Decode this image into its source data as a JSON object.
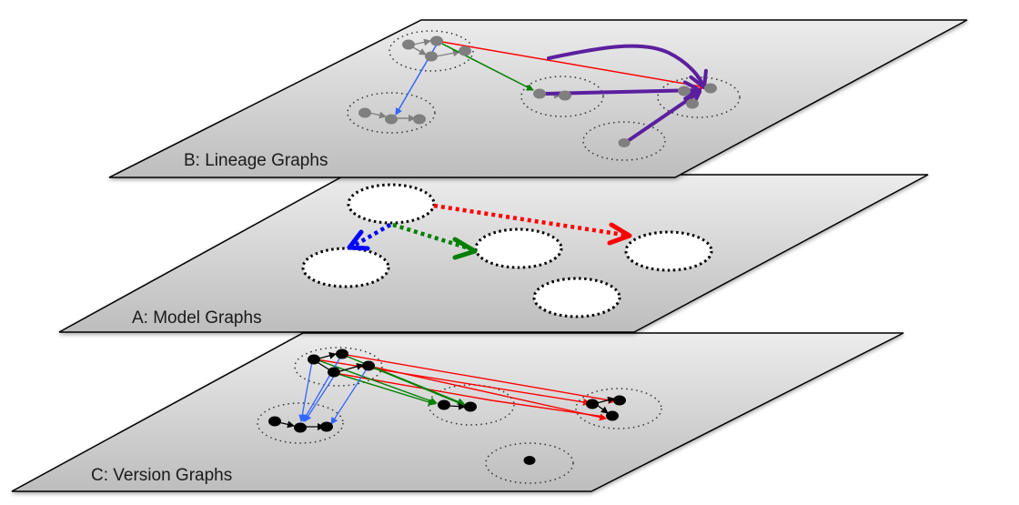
{
  "diagram": {
    "layers": [
      {
        "id": "B",
        "label": "B: Lineage Graphs",
        "node_color": "#808080",
        "edge_color": "#808080",
        "cross_edges": [
          {
            "color": "#ff0000",
            "desc": "red edge"
          },
          {
            "color": "#008000",
            "desc": "green edge"
          },
          {
            "color": "#3366ff",
            "desc": "blue edge"
          },
          {
            "color": "#5b1f9e",
            "desc": "purple edges"
          }
        ]
      },
      {
        "id": "A",
        "label": "A: Model Graphs",
        "node_style": "dotted white ellipse",
        "edges": [
          {
            "color": "#ff0000"
          },
          {
            "color": "#008000"
          },
          {
            "color": "#0000ff"
          }
        ]
      },
      {
        "id": "C",
        "label": "C: Version Graphs",
        "node_color": "#000000",
        "edge_color": "#000000"
      }
    ],
    "colors": {
      "plane_light": "#ececec",
      "plane_dark": "#bdbdbd",
      "red": "#ff0000",
      "green": "#008000",
      "blue": "#3366ff",
      "blue_model": "#0000ff",
      "purple": "#5b1f9e",
      "gray_node": "#7f7f7f",
      "black_node": "#000000"
    }
  }
}
